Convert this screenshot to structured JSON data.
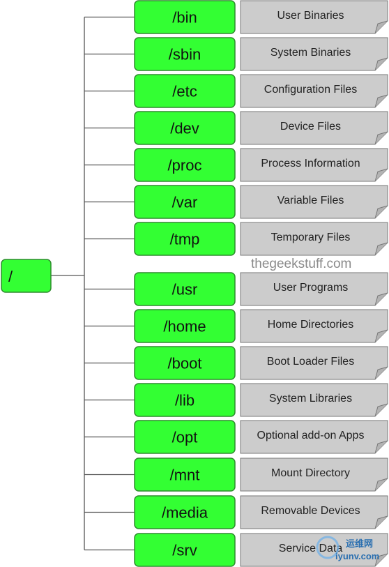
{
  "colors": {
    "dir_fill": "#33ff33",
    "dir_stroke": "#2e8b2e",
    "desc_fill": "#cccccc",
    "desc_stroke": "#777777",
    "connector": "#555555",
    "page_background": "#ffffff"
  },
  "root": {
    "label": "/"
  },
  "directories": [
    {
      "name": "/bin",
      "description": "User Binaries"
    },
    {
      "name": "/sbin",
      "description": "System Binaries"
    },
    {
      "name": "/etc",
      "description": "Configuration Files"
    },
    {
      "name": "/dev",
      "description": "Device Files"
    },
    {
      "name": "/proc",
      "description": "Process Information"
    },
    {
      "name": "/var",
      "description": "Variable Files"
    },
    {
      "name": "/tmp",
      "description": "Temporary Files"
    },
    {
      "name": "/usr",
      "description": "User Programs"
    },
    {
      "name": "/home",
      "description": "Home Directories"
    },
    {
      "name": "/boot",
      "description": "Boot Loader Files"
    },
    {
      "name": "/lib",
      "description": "System Libraries"
    },
    {
      "name": "/opt",
      "description": "Optional add-on Apps"
    },
    {
      "name": "/mnt",
      "description": "Mount Directory"
    },
    {
      "name": "/media",
      "description": "Removable Devices"
    },
    {
      "name": "/srv",
      "description": "Service Data"
    }
  ],
  "watermark": {
    "text": "thegeekstuff.com"
  },
  "site_mark": {
    "line1": "运维网",
    "line2": "iyunv.com"
  }
}
